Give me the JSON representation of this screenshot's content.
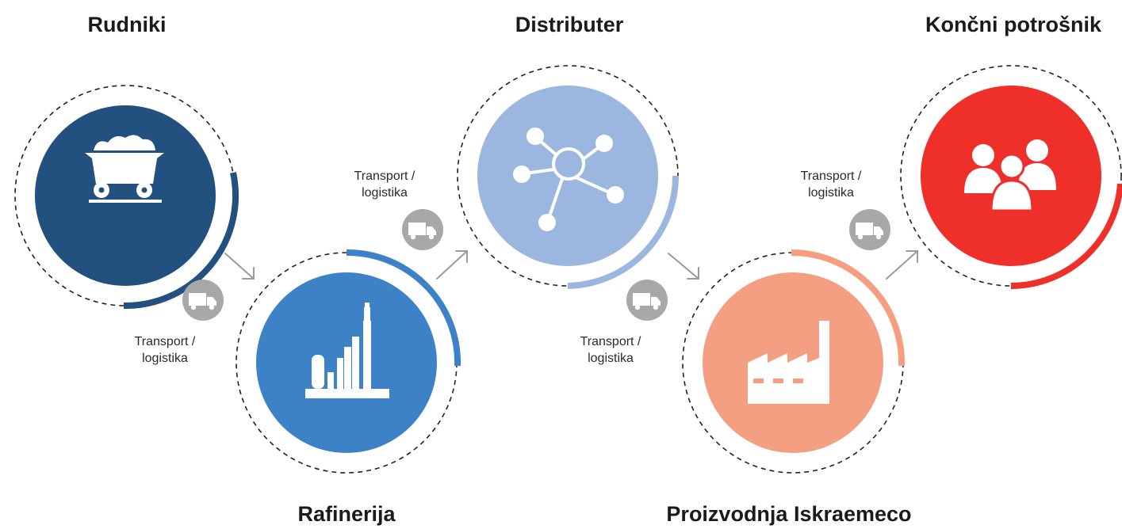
{
  "stages": [
    {
      "name": "Rudniki",
      "color": "#22517f",
      "icon": "mine-cart-icon"
    },
    {
      "name": "Rafinerija",
      "color": "#3d82c7",
      "icon": "refinery-icon"
    },
    {
      "name": "Distributer",
      "color": "#9bb7df",
      "icon": "network-hub-icon"
    },
    {
      "name": "Proizvodnja Iskraemeco",
      "color": "#f59f82",
      "icon": "factory-icon"
    },
    {
      "name": "Končni potrošnik",
      "color": "#ee2f2a",
      "icon": "people-group-icon"
    }
  ],
  "transport": {
    "line1": "Transport /",
    "line2": "logistika",
    "icon": "truck-icon",
    "badge_color": "#a8a8a8"
  },
  "arrow_color": "#9a9a9a"
}
